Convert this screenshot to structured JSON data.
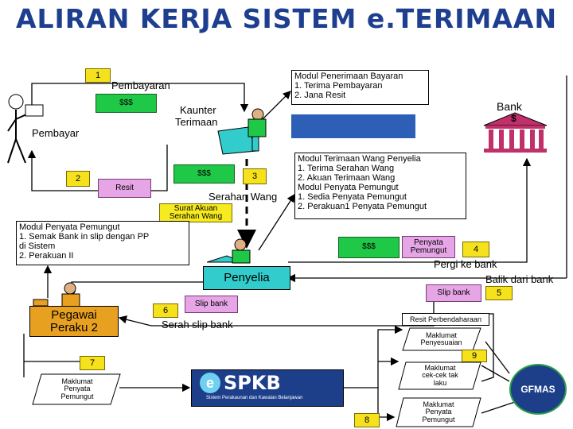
{
  "title": "ALIRAN KERJA SISTEM e.TERIMAAN",
  "steps": {
    "s1": "1",
    "s2": "2",
    "s3": "3",
    "s4": "4",
    "s5": "5",
    "s6": "6",
    "s7": "7",
    "s8": "8",
    "s9": "9"
  },
  "labels": {
    "pembayaran": "Pembayaran",
    "pembayar": "Pembayar",
    "kaunter": "Kaunter",
    "terimaan": "Terimaan",
    "bank": "Bank",
    "bank_symbol": "$",
    "resit": "Resit",
    "serahan_wang": "Serahan Wang",
    "surat_akuan": "Surat Akuan",
    "serahan_wang2": "Serahan Wang",
    "penyelia": "Penyelia",
    "pergi_ke_bank": "Pergi ke bank",
    "balik_dari_bank": "Balik dari bank",
    "slip_bank": "Slip bank",
    "slip_bank2": "Slip bank",
    "serah_slip_bank": "Serah slip bank",
    "resit_perbendaharaan": "Resit Perbendaharaan",
    "pegawai": "Pegawai",
    "peraku2": "Peraku 2",
    "penyata_pemungut": "Penyata",
    "penyata_pemungut2": "Pemungut",
    "money": "$$$"
  },
  "modul_penerimaan": {
    "title": "Modul Penerimaan Bayaran",
    "items": [
      "1. Terima Pembayaran",
      "2. Jana Resit"
    ]
  },
  "modul_terimaan": {
    "lines": [
      "Modul Terimaan Wang Penyelia",
      "  1. Terima Serahan Wang",
      "  2. Akuan Terimaan Wang",
      "Modul Penyata Pemungut",
      "  1. Sedia Penyata Pemungut",
      "  2. Perakuan1 Penyata  Pemungut"
    ]
  },
  "modul_pemungut": {
    "lines": [
      "Modul Penyata Pemungut",
      "  1. Semak Bank in slip dengan PP",
      "      di Sistem",
      "  2. Perakuan II"
    ]
  },
  "parallelograms": {
    "p7": [
      "Maklumat",
      "Penyata",
      "Pemungut"
    ],
    "p_penyesuaian": [
      "Maklumat",
      "Penyesuaian"
    ],
    "p_cek": [
      "Maklumat",
      "cek-cek tak",
      "laku"
    ],
    "p8": [
      "Maklumat",
      "Penyata",
      "Pemungut"
    ]
  },
  "espkb": {
    "logo": "SPKB",
    "subtitle": "Sistem Perakaunan dan Kawalan Belanjawan"
  },
  "gfmas": "GFMAS",
  "colors": {
    "title": "#1e3f8f",
    "green": "#20c848",
    "pink": "#e6a6e6",
    "yellow": "#f6e21c",
    "cyan": "#33cccc",
    "blue_box": "#2d5fb6"
  }
}
